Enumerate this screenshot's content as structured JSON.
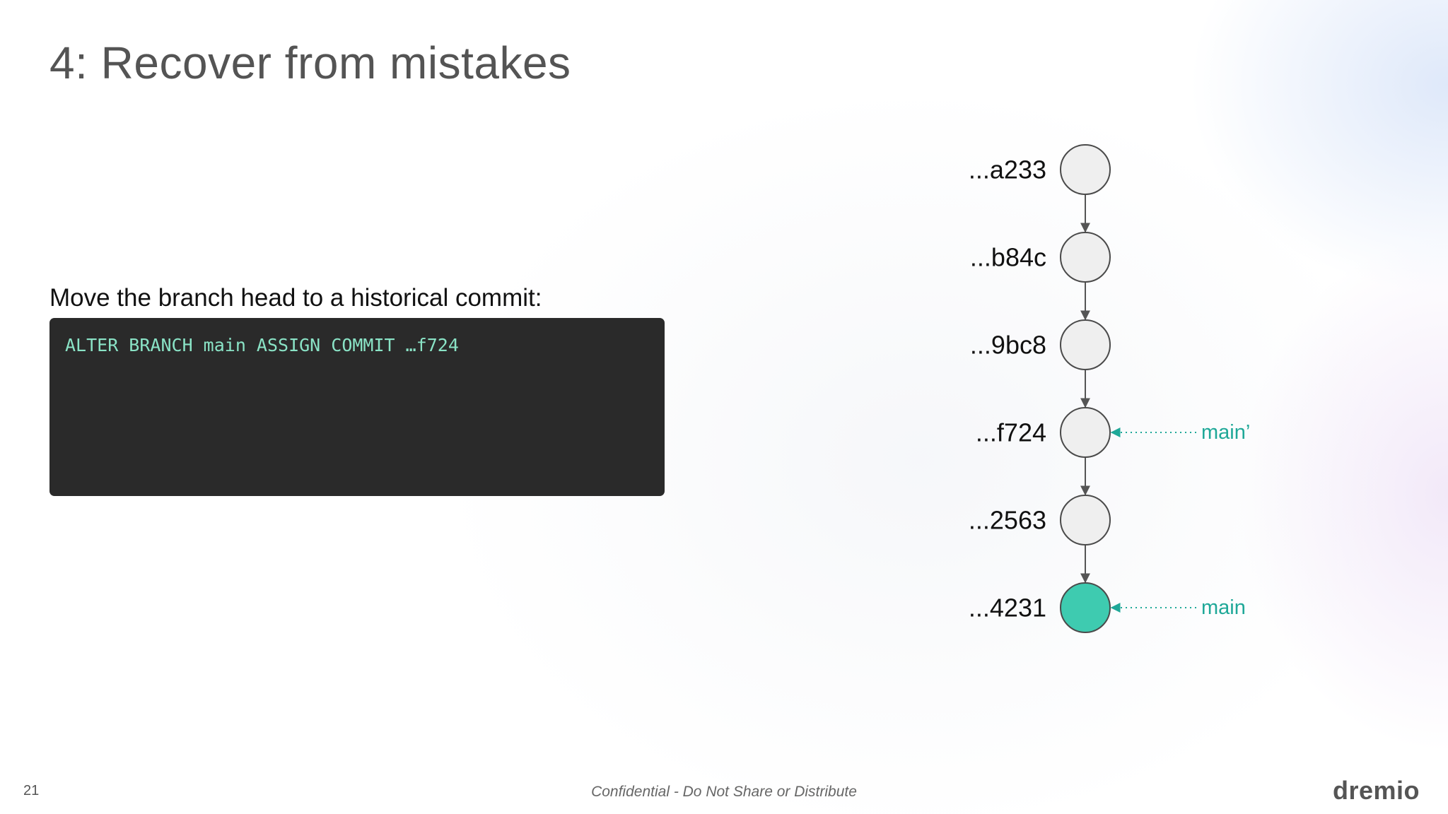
{
  "slide": {
    "title": "4: Recover from mistakes",
    "instruction": "Move the branch head to a historical commit:",
    "code": "ALTER BRANCH main ASSIGN COMMIT …f724"
  },
  "diagram": {
    "commits": [
      {
        "label": "...a233",
        "highlighted": false
      },
      {
        "label": "...b84c",
        "highlighted": false
      },
      {
        "label": "...9bc8",
        "highlighted": false
      },
      {
        "label": "...f724",
        "highlighted": false
      },
      {
        "label": "...2563",
        "highlighted": false
      },
      {
        "label": "...4231",
        "highlighted": true
      }
    ],
    "refs": [
      {
        "label": "main’",
        "commit_index": 3
      },
      {
        "label": "main",
        "commit_index": 5
      }
    ],
    "colors": {
      "node_fill": "#efefef",
      "node_stroke": "#4a4a4a",
      "highlight_fill": "#3ecbb0",
      "ref_color": "#1fa898",
      "code_bg": "#2a2a2a",
      "code_text": "#8ae3c6"
    }
  },
  "footer": {
    "page_number": "21",
    "confidentiality": "Confidential - Do Not Share or Distribute",
    "logo": "dremio"
  }
}
